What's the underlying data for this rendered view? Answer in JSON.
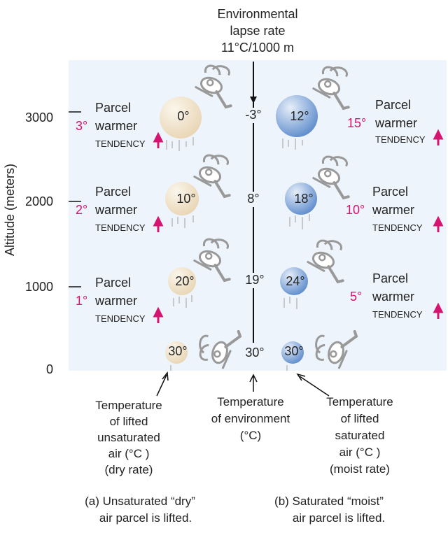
{
  "header": {
    "line1": "Environmental",
    "line2": "lapse rate",
    "line3": "11°C/1000 m"
  },
  "y_axis": {
    "label": "Altitude (meters)",
    "ticks": [
      "3000",
      "2000",
      "1000",
      "0"
    ]
  },
  "environment_temps": [
    "-3°",
    "8°",
    "19°",
    "30°"
  ],
  "dry": {
    "parcel_temps": [
      "0°",
      "10°",
      "20°",
      "30°"
    ],
    "differences": [
      "3°",
      "2°",
      "1°"
    ],
    "label_line1": "Parcel",
    "label_line2": "warmer",
    "tendency": "TENDENCY",
    "parcel_color": "#f1e3cd",
    "caption": [
      "Temperature",
      "of lifted",
      "unsaturated",
      "air (°C )",
      "(dry rate)"
    ],
    "subtitle": [
      "(a) Unsaturated “dry”",
      "air parcel is lifted."
    ]
  },
  "moist": {
    "parcel_temps": [
      "12°",
      "18°",
      "24°",
      "30°"
    ],
    "differences": [
      "15°",
      "10°",
      "5°"
    ],
    "label_line1": "Parcel",
    "label_line2": "warmer",
    "tendency": "TENDENCY",
    "parcel_color": "#7fa6d8",
    "caption": [
      "Temperature",
      "of lifted",
      "saturated",
      "air (°C )",
      "(moist rate)"
    ],
    "subtitle": [
      "(b)  Saturated “moist”",
      "air parcel is lifted."
    ]
  },
  "env_caption": [
    "Temperature",
    "of environment",
    "(°C)"
  ],
  "colors": {
    "panel_bg": "#eef4fb",
    "accent_pink": "#d4146e",
    "helicopter_gray": "#999999"
  },
  "icons": [
    "helicopter-icon",
    "up-arrow-icon",
    "pointer-arrow-icon"
  ]
}
